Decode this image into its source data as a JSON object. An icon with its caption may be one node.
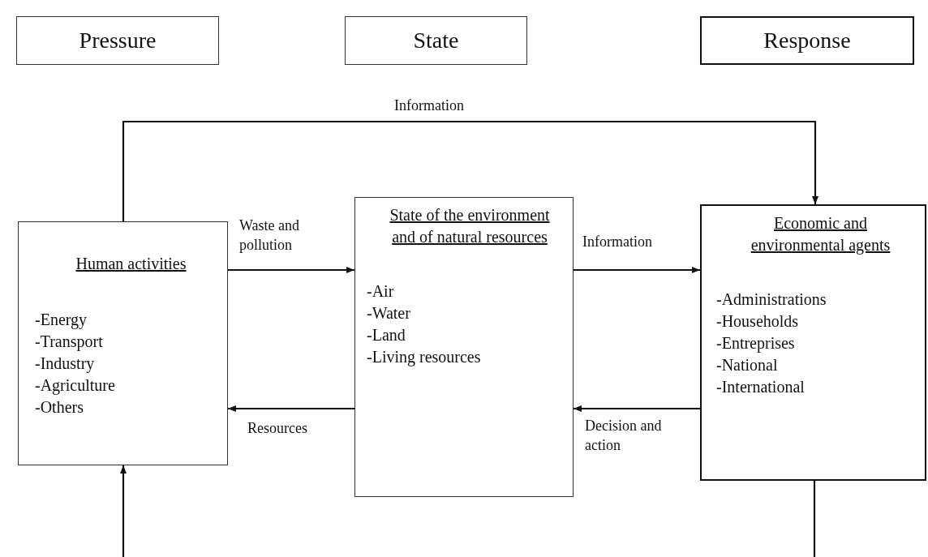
{
  "diagram": {
    "nodes": [
      {
        "text": [
          "Pressure"
        ]
      },
      {
        "text": [
          "State"
        ]
      },
      {
        "text": [
          "Response"
        ]
      },
      {
        "text": [
          "Human activities",
          "-Energy",
          "-Transport",
          "-Industry",
          "-Agriculture",
          "-Others"
        ]
      },
      {
        "text": [
          "State of the environment and of natural resources",
          "-Air",
          "-Water",
          "-Land",
          "-Living resources"
        ]
      },
      {
        "text": [
          "Economic and environmental agents",
          "-Administrations",
          "-Households",
          "-Entreprises",
          "-National",
          "-International"
        ]
      }
    ],
    "edges": [
      {
        "from": 3,
        "to": 5,
        "arrow": "to",
        "label": "Information"
      },
      {
        "from": 3,
        "to": 4,
        "arrow": "to",
        "label": "Waste and pollution"
      },
      {
        "from": 4,
        "to": 5,
        "arrow": "to",
        "label": "Information"
      },
      {
        "from": 5,
        "to": 4,
        "arrow": "to",
        "label": "Decision and action"
      },
      {
        "from": 4,
        "to": 3,
        "arrow": "to",
        "label": "Resources"
      },
      {
        "from": null,
        "to": 3,
        "arrow": "to"
      },
      {
        "from": 5,
        "to": null,
        "arrow": "none"
      }
    ]
  }
}
